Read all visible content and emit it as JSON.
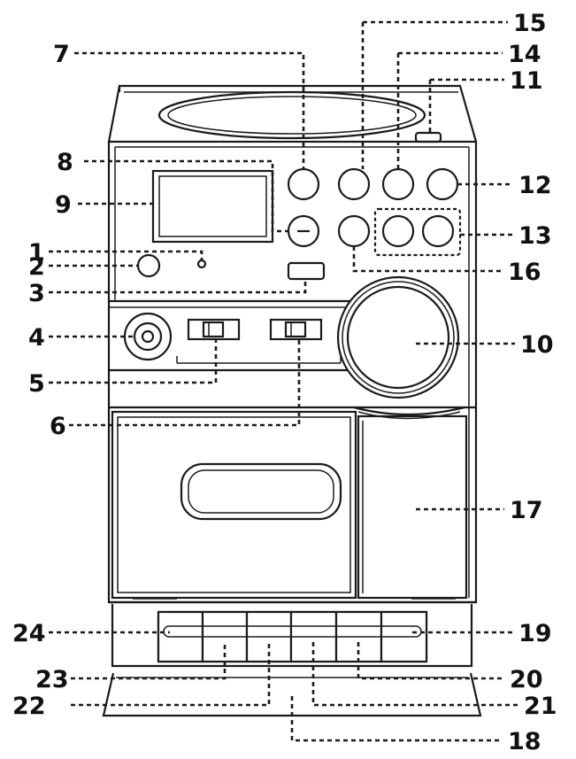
{
  "callouts": {
    "n1": "1",
    "n2": "2",
    "n3": "3",
    "n4": "4",
    "n5": "5",
    "n6": "6",
    "n7": "7",
    "n8": "8",
    "n9": "9",
    "n10": "10",
    "n11": "11",
    "n12": "12",
    "n13": "13",
    "n14": "14",
    "n15": "15",
    "n16": "16",
    "n17": "17",
    "n18": "18",
    "n19": "19",
    "n20": "20",
    "n21": "21",
    "n22": "22",
    "n23": "23",
    "n24": "24"
  }
}
